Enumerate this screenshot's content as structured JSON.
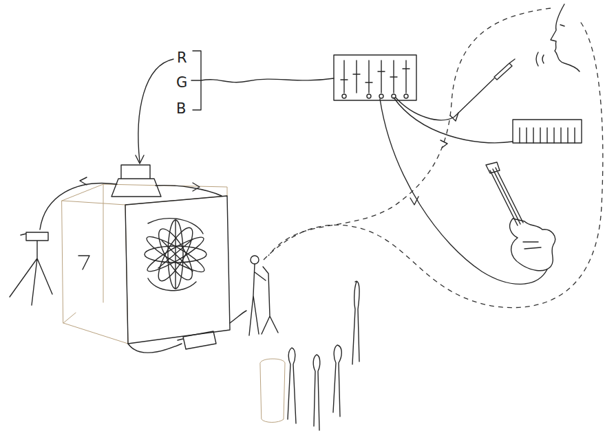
{
  "diagram": {
    "labels": [
      "R",
      "G",
      "B"
    ]
  }
}
